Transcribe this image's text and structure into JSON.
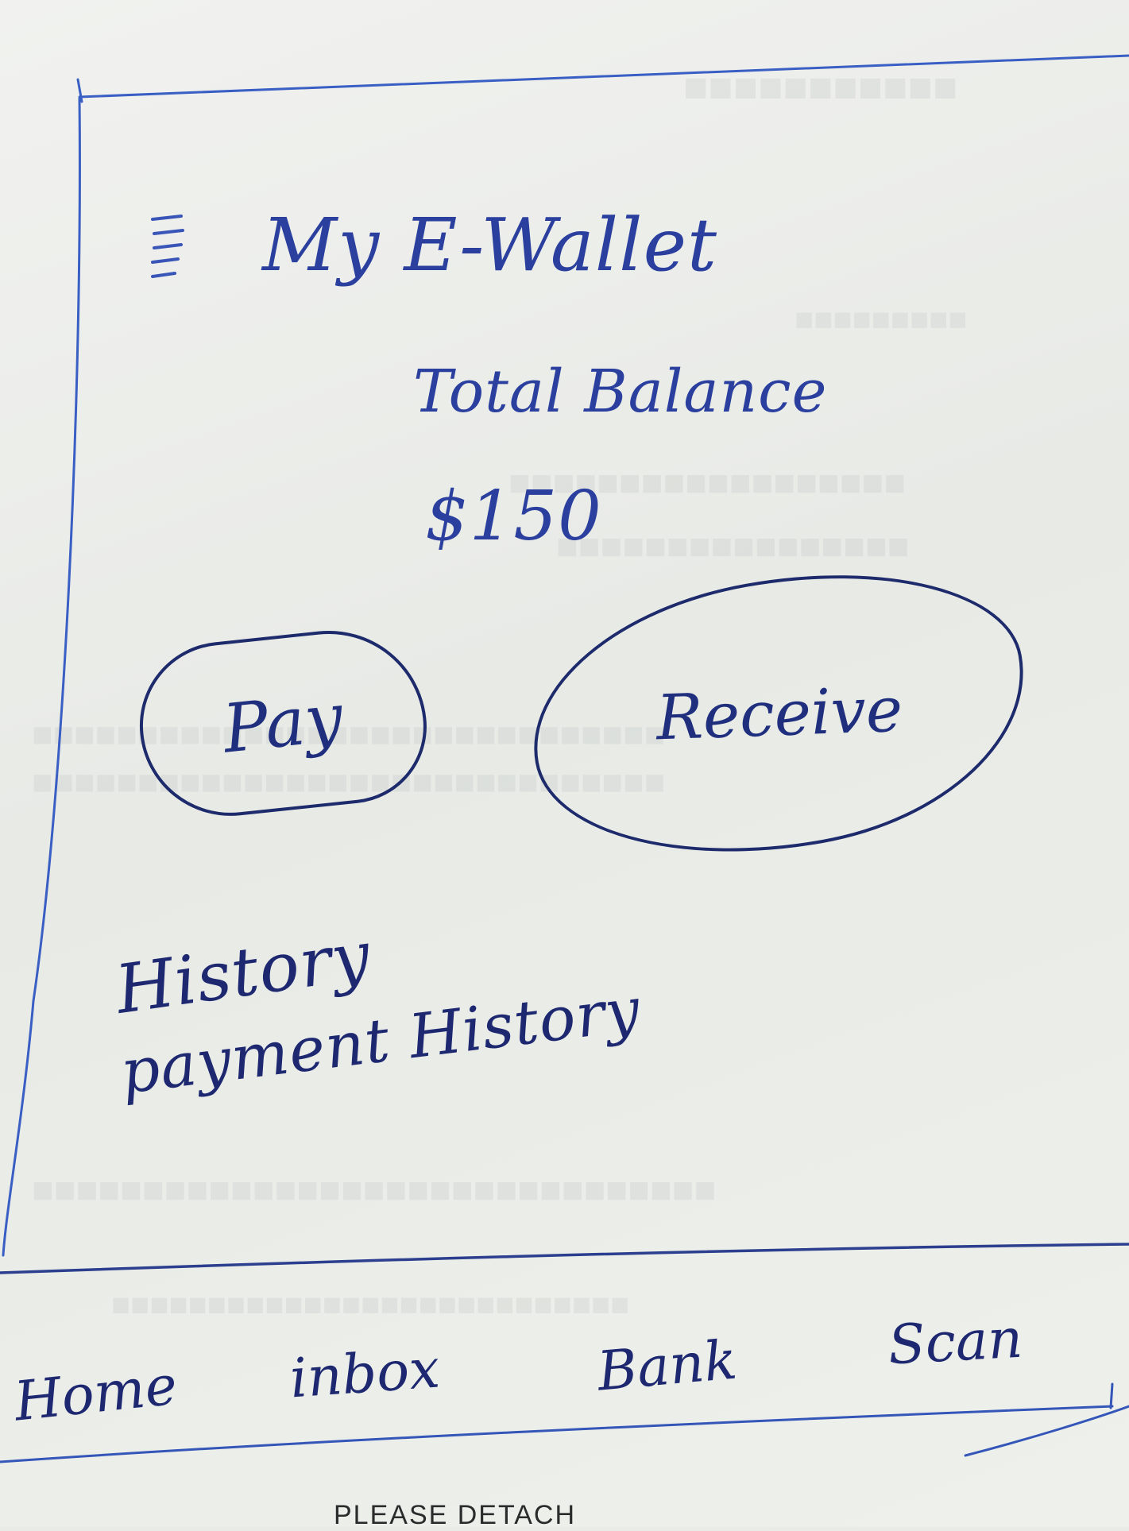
{
  "header": {
    "menu_icon": "hamburger-menu-icon",
    "title": "My E-Wallet"
  },
  "balance": {
    "label": "Total Balance",
    "amount": "$150"
  },
  "actions": {
    "pay_label": "Pay",
    "receive_label": "Receive"
  },
  "history": {
    "heading": "History",
    "link_label": "payment History"
  },
  "bottom_nav": {
    "items": [
      {
        "label": "Home"
      },
      {
        "label": "inbox"
      },
      {
        "label": "Bank"
      },
      {
        "label": "Scan"
      }
    ]
  },
  "paper_footer": {
    "text": "PLEASE DETACH"
  },
  "colors": {
    "ink": "#2a3f9e",
    "dark_ink": "#1d2870",
    "paper": "#eeefec"
  }
}
